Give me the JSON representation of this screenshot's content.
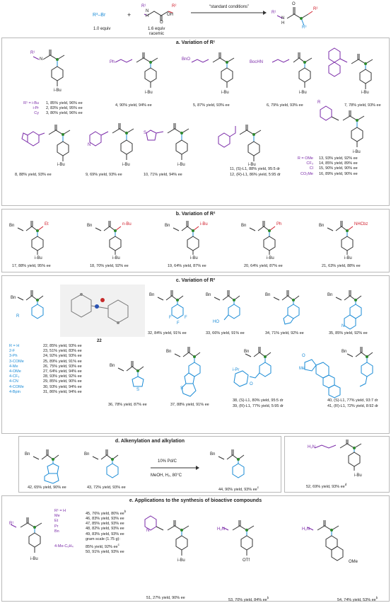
{
  "header": {
    "reagent1": "R³–Br",
    "reagent1_equiv": "1.0 equiv",
    "plus": "+",
    "reagent2_equiv": "1.6 equiv",
    "reagent2_note": "racemic",
    "conditions": "“standard conditions”",
    "atom_N": "N",
    "atom_H": "H",
    "atom_O": "O",
    "atom_OH": "OH",
    "label_R1": "R¹",
    "label_R2": "R²",
    "label_R3": "R³"
  },
  "sections": {
    "a": "a. Variation of R¹",
    "b": "b. Variation of R²",
    "c": "c. Variation of R³",
    "d": "d. Alkenylation and alkylation",
    "e": "e. Applications to the synthesis of bioactive compounds"
  },
  "panel_a": {
    "list1": [
      {
        "label": "R¹ = i-Bu",
        "value": "1, 85% yield, 96% ee"
      },
      {
        "label": "i-Pr",
        "value": "2, 83% yield, 95% ee"
      },
      {
        "label": "Cy",
        "value": "3, 80% yield, 96% ee"
      }
    ],
    "c4": "4, 90% yield, 94% ee",
    "c5": "5, 87% yield, 93% ee",
    "c6": "6, 79% yield, 93% ee",
    "c7": "7, 78% yield, 93% ee",
    "c8": "8, 88% yield, 93% ee",
    "c9": "9, 69% yield, 93% ee",
    "c10": "10, 71% yield, 94% ee",
    "c11": "11, (S)-L1, 88% yield, 95:5 dr",
    "c12": "12, (R)-L1, 86% yield, 5:95 dr",
    "list13": [
      {
        "label": "R = OMe",
        "value": "13, 93% yield, 92% ee"
      },
      {
        "label": "CF₃",
        "value": "14, 85% yield, 89% ee"
      },
      {
        "label": "Cl",
        "value": "15, 90% yield, 90% ee"
      },
      {
        "label": "CO₂Me",
        "value": "16, 89% yield, 90% ee"
      }
    ],
    "sub_Ph": "Ph",
    "sub_BnO": "BnO",
    "sub_BocHN": "BocHN",
    "sub_R": "R",
    "iBu": "i-Bu"
  },
  "panel_b": {
    "items": [
      {
        "sub": "Et",
        "caption": "17, 88% yield, 95% ee"
      },
      {
        "sub": "n-Bu",
        "caption": "18, 70% yield, 92% ee"
      },
      {
        "sub": "i-Bu",
        "caption": "19, 64% yield, 87% ee"
      },
      {
        "sub": "Ph",
        "caption": "20, 64% yield, 87% ee"
      },
      {
        "sub": "NHCbz",
        "caption": "21, 63% yield, 88% ee"
      }
    ],
    "Bn": "Bn",
    "iBu": "i-Bu"
  },
  "panel_c": {
    "xray_label": "22",
    "list": [
      {
        "label": "R = H",
        "value": "22, 85% yield, 93% ee"
      },
      {
        "label": "2-F",
        "value": "23, 51% yield, 83% ee"
      },
      {
        "label": "3-Ph",
        "value": "24, 92% yield, 93% ee"
      },
      {
        "label": "3-COMe",
        "value": "25, 89% yield, 91% ee"
      },
      {
        "label": "4-Me",
        "value": "26, 75% yield, 93% ee"
      },
      {
        "label": "4-OMe",
        "value": "27, 64% yield, 94% ee"
      },
      {
        "label": "4-CF₃",
        "value": "28, 93% yield, 92% ee"
      },
      {
        "label": "4-CN",
        "value": "29, 85% yield, 90% ee"
      },
      {
        "label": "4-COMe",
        "value": "30, 93% yield, 94% ee"
      },
      {
        "label": "4-Bpin",
        "value": "31, 86% yield, 94% ee"
      }
    ],
    "c32": "32, 84% yield, 91% ee",
    "c33": "33, 66% yield, 91% ee",
    "c34": "34, 71% yield, 92% ee",
    "c35": "35, 85% yield, 92% ee",
    "c36": "36, 78% yield, 87% ee",
    "c37": "37, 88% yield, 91% ee",
    "c38": "38, (S)-L1, 80% yield, 95:5 dr",
    "c39": "39, (R)-L1, 77% yield, 5:95 dr",
    "c40": "40, (S)-L1, 77% yield, 93:7 dr",
    "c41": "41, (R)-L1, 72% yield, 8:92 dr",
    "sub_F": "F",
    "sub_HO": "HO",
    "sub_Me": "Me",
    "sub_iPr": "i-Pr",
    "sub_N": "N",
    "sub_S": "S",
    "sub_O": "O"
  },
  "panel_d": {
    "c42": "42, 65% yield, 90% ee",
    "c43": "43, 72% yield, 93% ee",
    "c44": "44, 90% yield, 93% ee",
    "c44_sup": "c",
    "reagent_top": "10% Pd/C",
    "reagent_bottom": "MeOH, H₂, 80°C",
    "c52": "52, 69% yield, 93% ee",
    "c52_sup": "d",
    "sub_H2N": "H₂N"
  },
  "panel_e": {
    "list": [
      {
        "label": "R¹ = H",
        "value": "45, 76% yield, 80% ee",
        "sup": "b"
      },
      {
        "label": "Me",
        "value": "46, 83% yield, 93% ee",
        "sup": ""
      },
      {
        "label": "Et",
        "value": "47, 85% yield, 93% ee",
        "sup": ""
      },
      {
        "label": "Pr",
        "value": "48, 82% yield, 93% ee",
        "sup": ""
      },
      {
        "label": "Bn",
        "value": "49, 83% yield, 93% ee",
        "sup": ""
      },
      {
        "label": "",
        "value": "gram scale (1.75 g):",
        "sup": ""
      },
      {
        "label": "",
        "value": "85% yield, 92% ee",
        "sup": "c"
      },
      {
        "label": "4-Me-C₆H₄",
        "value": "50, 91% yield, 93% ee",
        "sup": ""
      }
    ],
    "c51": "51, 27% yield, 90% ee",
    "c53": "53, 70% yield, 84% ee",
    "c53_sup": "b",
    "c54": "54, 74% yield, 53% ee",
    "c54_sup": "b",
    "sub_OTf": "OTf",
    "sub_OMe": "OMe"
  }
}
